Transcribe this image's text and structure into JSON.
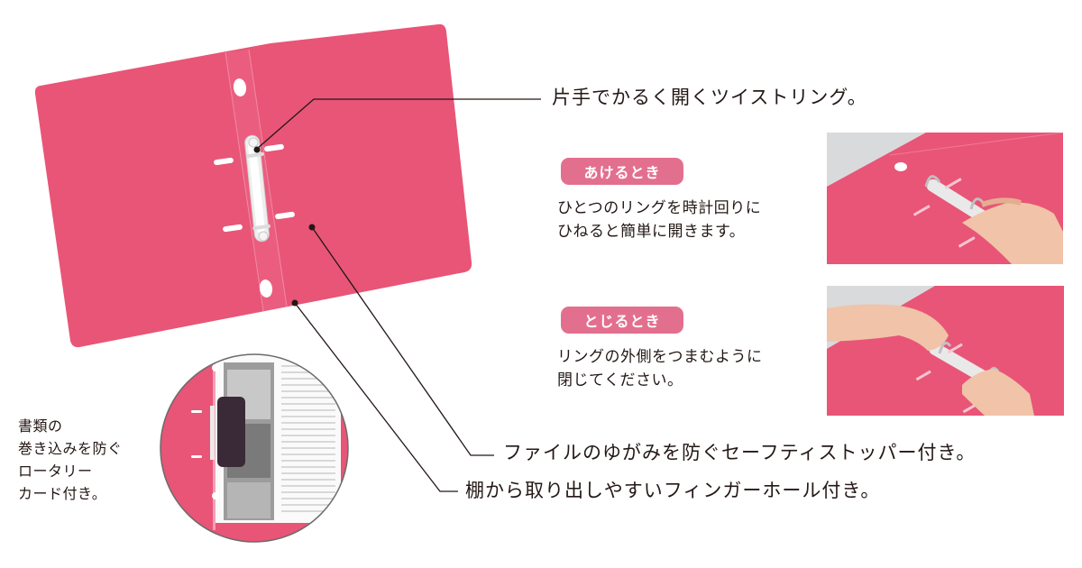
{
  "colors": {
    "binder_pink": "#e85577",
    "pill_pink": "#e36f8e",
    "text": "#231815",
    "leader_line": "#231815"
  },
  "features": {
    "twist_ring": "片手でかるく開くツイストリング。",
    "safety_stopper": "ファイルのゆがみを防ぐセーフティストッパー付き。",
    "finger_hole": "棚から取り出しやすいフィンガーホール付き。"
  },
  "opening": {
    "badge": "あけるとき",
    "line1": "ひとつのリングを時計回りに",
    "line2": "ひねると簡単に開きます。"
  },
  "closing": {
    "badge": "とじるとき",
    "line1": "リングの外側をつまむように",
    "line2": "閉じてください。"
  },
  "rotary_card": {
    "line1": "書類の",
    "line2": "巻き込みを防ぐ",
    "line3": "ロータリー",
    "line4": "カード付き。"
  },
  "images": {
    "main": "pink-2-ring-binder-open-icon",
    "inset": "rotary-card-closeup-icon",
    "open_photo": "hand-twisting-ring-open-icon",
    "close_photo": "hands-pinching-ring-closed-icon"
  }
}
